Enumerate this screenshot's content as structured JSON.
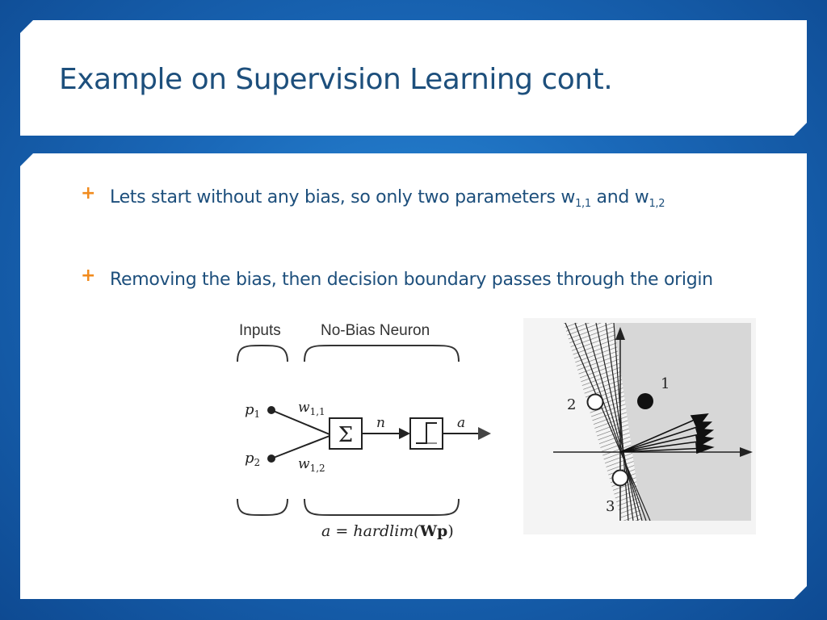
{
  "slide": {
    "title": "Example on Supervision Learning cont.",
    "bullets": [
      {
        "prefix": "Lets start without any bias, so only two parameters w",
        "sub1": "1,1",
        "mid": " and w",
        "sub2": "1,2"
      },
      {
        "text": "Removing the bias, then decision boundary passes through the origin"
      }
    ]
  },
  "neuron_diagram": {
    "inputs_label": "Inputs",
    "neuron_label": "No-Bias Neuron",
    "p1": "p",
    "p1_sub": "1",
    "p2": "p",
    "p2_sub": "2",
    "w11": "w",
    "w11_sub": "1,1",
    "w12": "w",
    "w12_sub": "1,2",
    "sum_symbol": "Σ",
    "n_label": "n",
    "a_label": "a",
    "equation_left": "a = hardlim(",
    "equation_bold": "Wp",
    "equation_right": ")"
  },
  "boundary_plot": {
    "point_labels": [
      "1",
      "2",
      "3"
    ]
  },
  "colors": {
    "title": "#1d4f7c",
    "bullet_text": "#1d4f7c",
    "bullet_marker": "#f18b1e"
  }
}
